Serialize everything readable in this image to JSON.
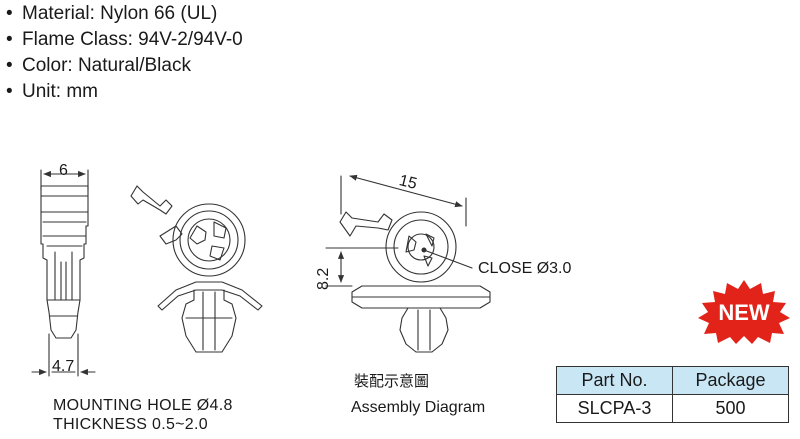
{
  "specs": [
    "Material: Nylon 66 (UL)",
    "Flame Class: 94V-2/94V-0",
    "Color: Natural/Black",
    "Unit: mm"
  ],
  "bullet": "•",
  "dims": {
    "width_top": "6",
    "width_bottom": "4.7",
    "span": "15",
    "height": "8.2",
    "close_label": "CLOSE  Ø3.0"
  },
  "mounting": {
    "hole": "MOUNTING  HOLE  Ø4.8",
    "thickness": "THICKNESS  0.5~2.0"
  },
  "assembly": {
    "chinese": "裝配示意圖",
    "english": "Assembly Diagram"
  },
  "badge": "NEW",
  "table": {
    "headers": [
      "Part No.",
      "Package"
    ],
    "row": [
      "SLCPA-3",
      "500"
    ]
  },
  "colors": {
    "badge_red": "#e2231a",
    "table_header_bg": "#c9e6f5",
    "line": "#333333"
  }
}
